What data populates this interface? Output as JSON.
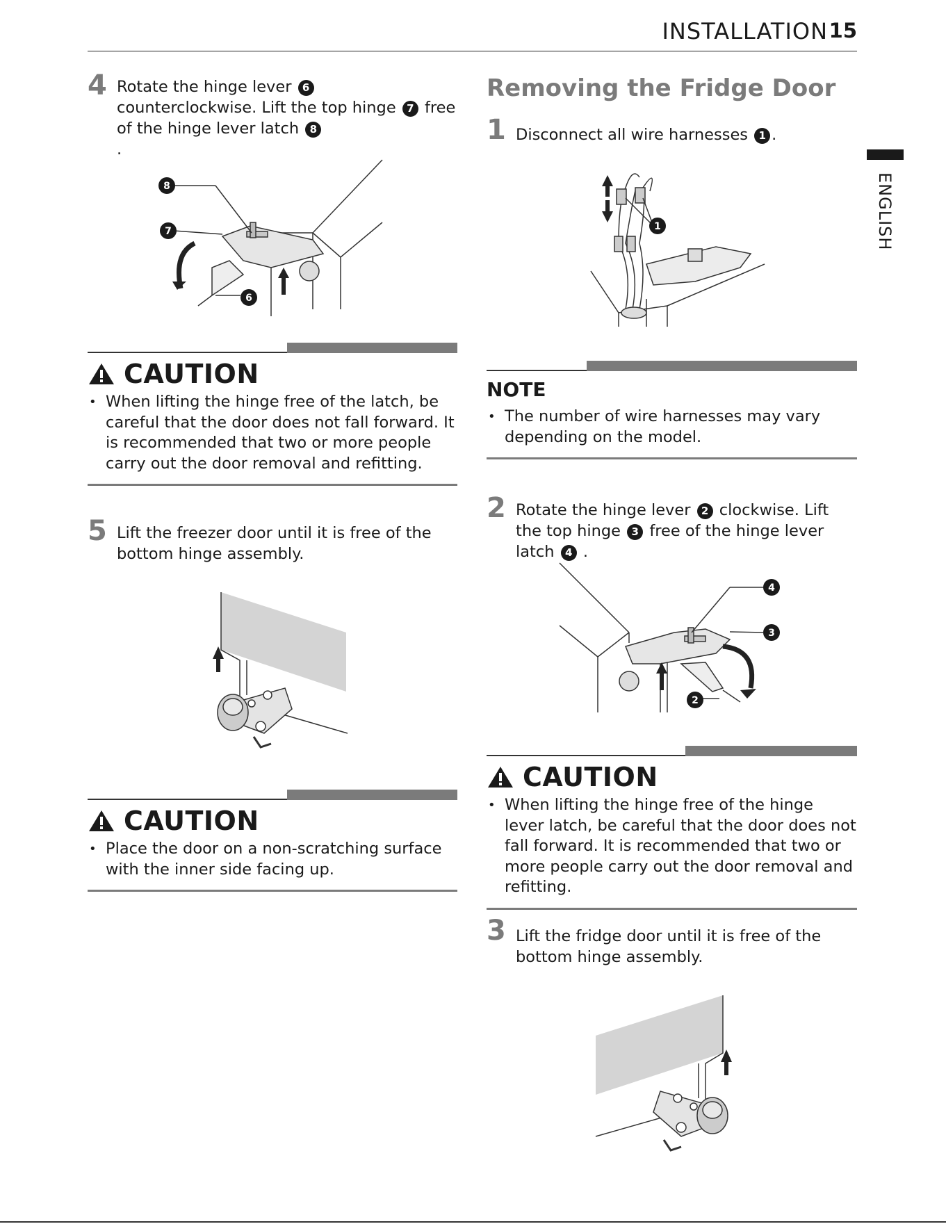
{
  "header": {
    "section": "INSTALLATION",
    "page_number": "15"
  },
  "side_tab": {
    "language": "ENGLISH"
  },
  "left": {
    "step4": {
      "number": "4",
      "text_pre": "Rotate the hinge lever",
      "c1": "6",
      "text_mid1": "counterclockwise. Lift the top hinge",
      "c2": "7",
      "text_mid2": "free of the hinge lever latch",
      "c3": "8",
      "text_end": "."
    },
    "caution1": {
      "title": "CAUTION",
      "bullet": "When lifting the hinge free of the latch, be careful that the door does not fall forward. It is recommended that two or more people carry out the door removal and refitting."
    },
    "step5": {
      "number": "5",
      "text": "Lift the freezer door until it is free of the bottom hinge assembly."
    },
    "caution2": {
      "title": "CAUTION",
      "bullet": "Place the door on a non-scratching surface with the inner side facing up."
    },
    "fig1_callouts": [
      "8",
      "7",
      "6"
    ]
  },
  "right": {
    "section_title": "Removing the Fridge Door",
    "step1": {
      "number": "1",
      "text": "Disconnect all wire harnesses",
      "c1": "1",
      "text_end": "."
    },
    "fig3_callouts": [
      "1"
    ],
    "note": {
      "title": "NOTE",
      "bullet": "The number of wire harnesses may vary depending on the model."
    },
    "step2": {
      "number": "2",
      "text_pre": "Rotate the hinge lever",
      "c1": "2",
      "text_mid1": "clockwise. Lift the top hinge",
      "c2": "3",
      "text_mid2": "free of the hinge lever latch",
      "c3": "4",
      "text_end": "."
    },
    "fig4_callouts": [
      "4",
      "3",
      "2"
    ],
    "caution3": {
      "title": "CAUTION",
      "bullet": "When lifting the hinge free of the hinge lever latch, be careful that the door does not fall forward. It is recommended that two or more people carry out the door removal and refitting."
    },
    "step3": {
      "number": "3",
      "text": "Lift the fridge door until it is free of the bottom hinge assembly."
    }
  }
}
